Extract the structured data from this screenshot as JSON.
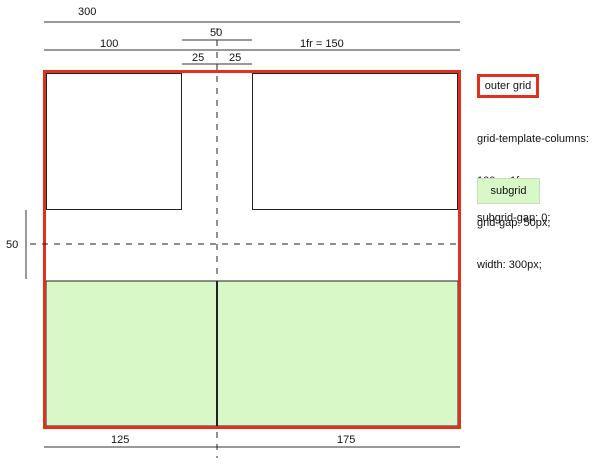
{
  "dimensions": {
    "total_width": "300",
    "gap": "50",
    "col1": "100",
    "col2": "1fr = 150",
    "half_gap_left": "25",
    "half_gap_right": "25",
    "row_gap": "50",
    "sub_col1": "125",
    "sub_col2": "175"
  },
  "legend": {
    "outer_grid_label": "outer grid",
    "outer_grid_lines": [
      "grid-template-columns:",
      "100px 1fr;",
      "grid-gap: 50px;",
      "width: 300px;"
    ],
    "subgrid_label": "subgrid",
    "subgrid_note": "subgrid-gap: 0;"
  },
  "colors": {
    "outer_border": "#e0301e",
    "subgrid_fill": "#d8f8c8"
  }
}
